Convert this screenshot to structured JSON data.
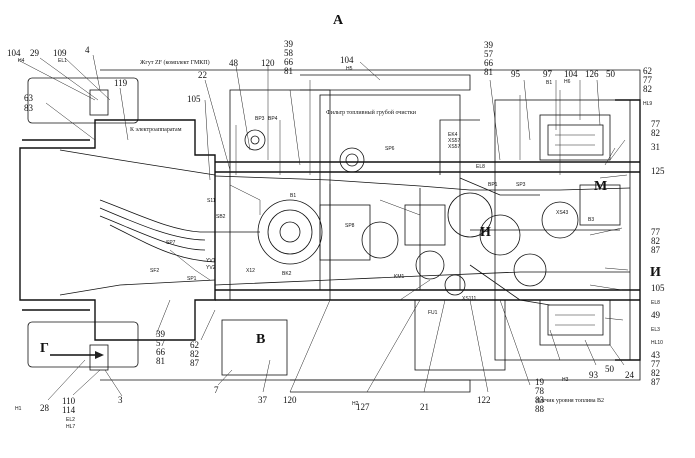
{
  "view_letter": "А",
  "side_letters": {
    "g": "Г",
    "v": "В",
    "m": "М",
    "n": "Н",
    "i": "И"
  },
  "captions": {
    "harness_zf": "Жгут ZF (комплект ГМКП)",
    "fuel_filter": "Фильтр топливный грубой очистки",
    "to_electric": "К электроаппаратам",
    "fuel_level_sensor": "Датчик уровня топлива В2"
  },
  "top_numbers": [
    {
      "text": "104"
    },
    {
      "text": "29"
    },
    {
      "text": "109"
    },
    {
      "text": "4"
    },
    {
      "text": "119"
    },
    {
      "text": "63"
    },
    {
      "text": "83"
    },
    {
      "text": "22"
    },
    {
      "text": "48"
    },
    {
      "text": "120"
    },
    {
      "text": "39"
    },
    {
      "text": "58"
    },
    {
      "text": "66"
    },
    {
      "text": "81"
    },
    {
      "text": "105"
    },
    {
      "text": "104"
    },
    {
      "text": "39"
    },
    {
      "text": "57"
    },
    {
      "text": "66"
    },
    {
      "text": "81"
    },
    {
      "text": "95"
    },
    {
      "text": "97"
    },
    {
      "text": "104"
    },
    {
      "text": "126"
    },
    {
      "text": "50"
    },
    {
      "text": "62"
    },
    {
      "text": "77"
    },
    {
      "text": "82"
    }
  ],
  "right_numbers": [
    {
      "text": "77"
    },
    {
      "text": "82"
    },
    {
      "text": "31"
    },
    {
      "text": "125"
    },
    {
      "text": "77"
    },
    {
      "text": "82"
    },
    {
      "text": "87"
    },
    {
      "text": "105"
    },
    {
      "text": "49"
    },
    {
      "text": "43"
    },
    {
      "text": "77"
    },
    {
      "text": "82"
    },
    {
      "text": "87"
    }
  ],
  "bottom_numbers": [
    {
      "text": "110"
    },
    {
      "text": "114"
    },
    {
      "text": "28"
    },
    {
      "text": "3"
    },
    {
      "text": "39"
    },
    {
      "text": "57"
    },
    {
      "text": "66"
    },
    {
      "text": "81"
    },
    {
      "text": "62"
    },
    {
      "text": "82"
    },
    {
      "text": "87"
    },
    {
      "text": "7"
    },
    {
      "text": "37"
    },
    {
      "text": "120"
    },
    {
      "text": "127"
    },
    {
      "text": "21"
    },
    {
      "text": "122"
    },
    {
      "text": "19"
    },
    {
      "text": "78"
    },
    {
      "text": "83"
    },
    {
      "text": "88"
    },
    {
      "text": "93"
    },
    {
      "text": "50"
    },
    {
      "text": "24"
    }
  ],
  "small_tags": [
    {
      "text": "H4"
    },
    {
      "text": "EL1"
    },
    {
      "text": "H6"
    },
    {
      "text": "H5"
    },
    {
      "text": "B1"
    },
    {
      "text": "HL9"
    },
    {
      "text": "BP3"
    },
    {
      "text": "BP4"
    },
    {
      "text": "SP6"
    },
    {
      "text": "EK4"
    },
    {
      "text": "XS57"
    },
    {
      "text": "XS57"
    },
    {
      "text": "EL8"
    },
    {
      "text": "BP1"
    },
    {
      "text": "SP3"
    },
    {
      "text": "SP8"
    },
    {
      "text": "KM1"
    },
    {
      "text": "SB2"
    },
    {
      "text": "X12"
    },
    {
      "text": "BK2"
    },
    {
      "text": "B1"
    },
    {
      "text": "FU1"
    },
    {
      "text": "XS111"
    },
    {
      "text": "B3"
    },
    {
      "text": "XS43"
    },
    {
      "text": "H3"
    },
    {
      "text": "H2"
    },
    {
      "text": "H1"
    },
    {
      "text": "EL2"
    },
    {
      "text": "HL7"
    },
    {
      "text": "SF2"
    },
    {
      "text": "SP7"
    },
    {
      "text": "YV1"
    },
    {
      "text": "YV2"
    },
    {
      "text": "SP1"
    },
    {
      "text": "EL8"
    },
    {
      "text": "EL3"
    },
    {
      "text": "HL10"
    },
    {
      "text": "S11"
    }
  ]
}
